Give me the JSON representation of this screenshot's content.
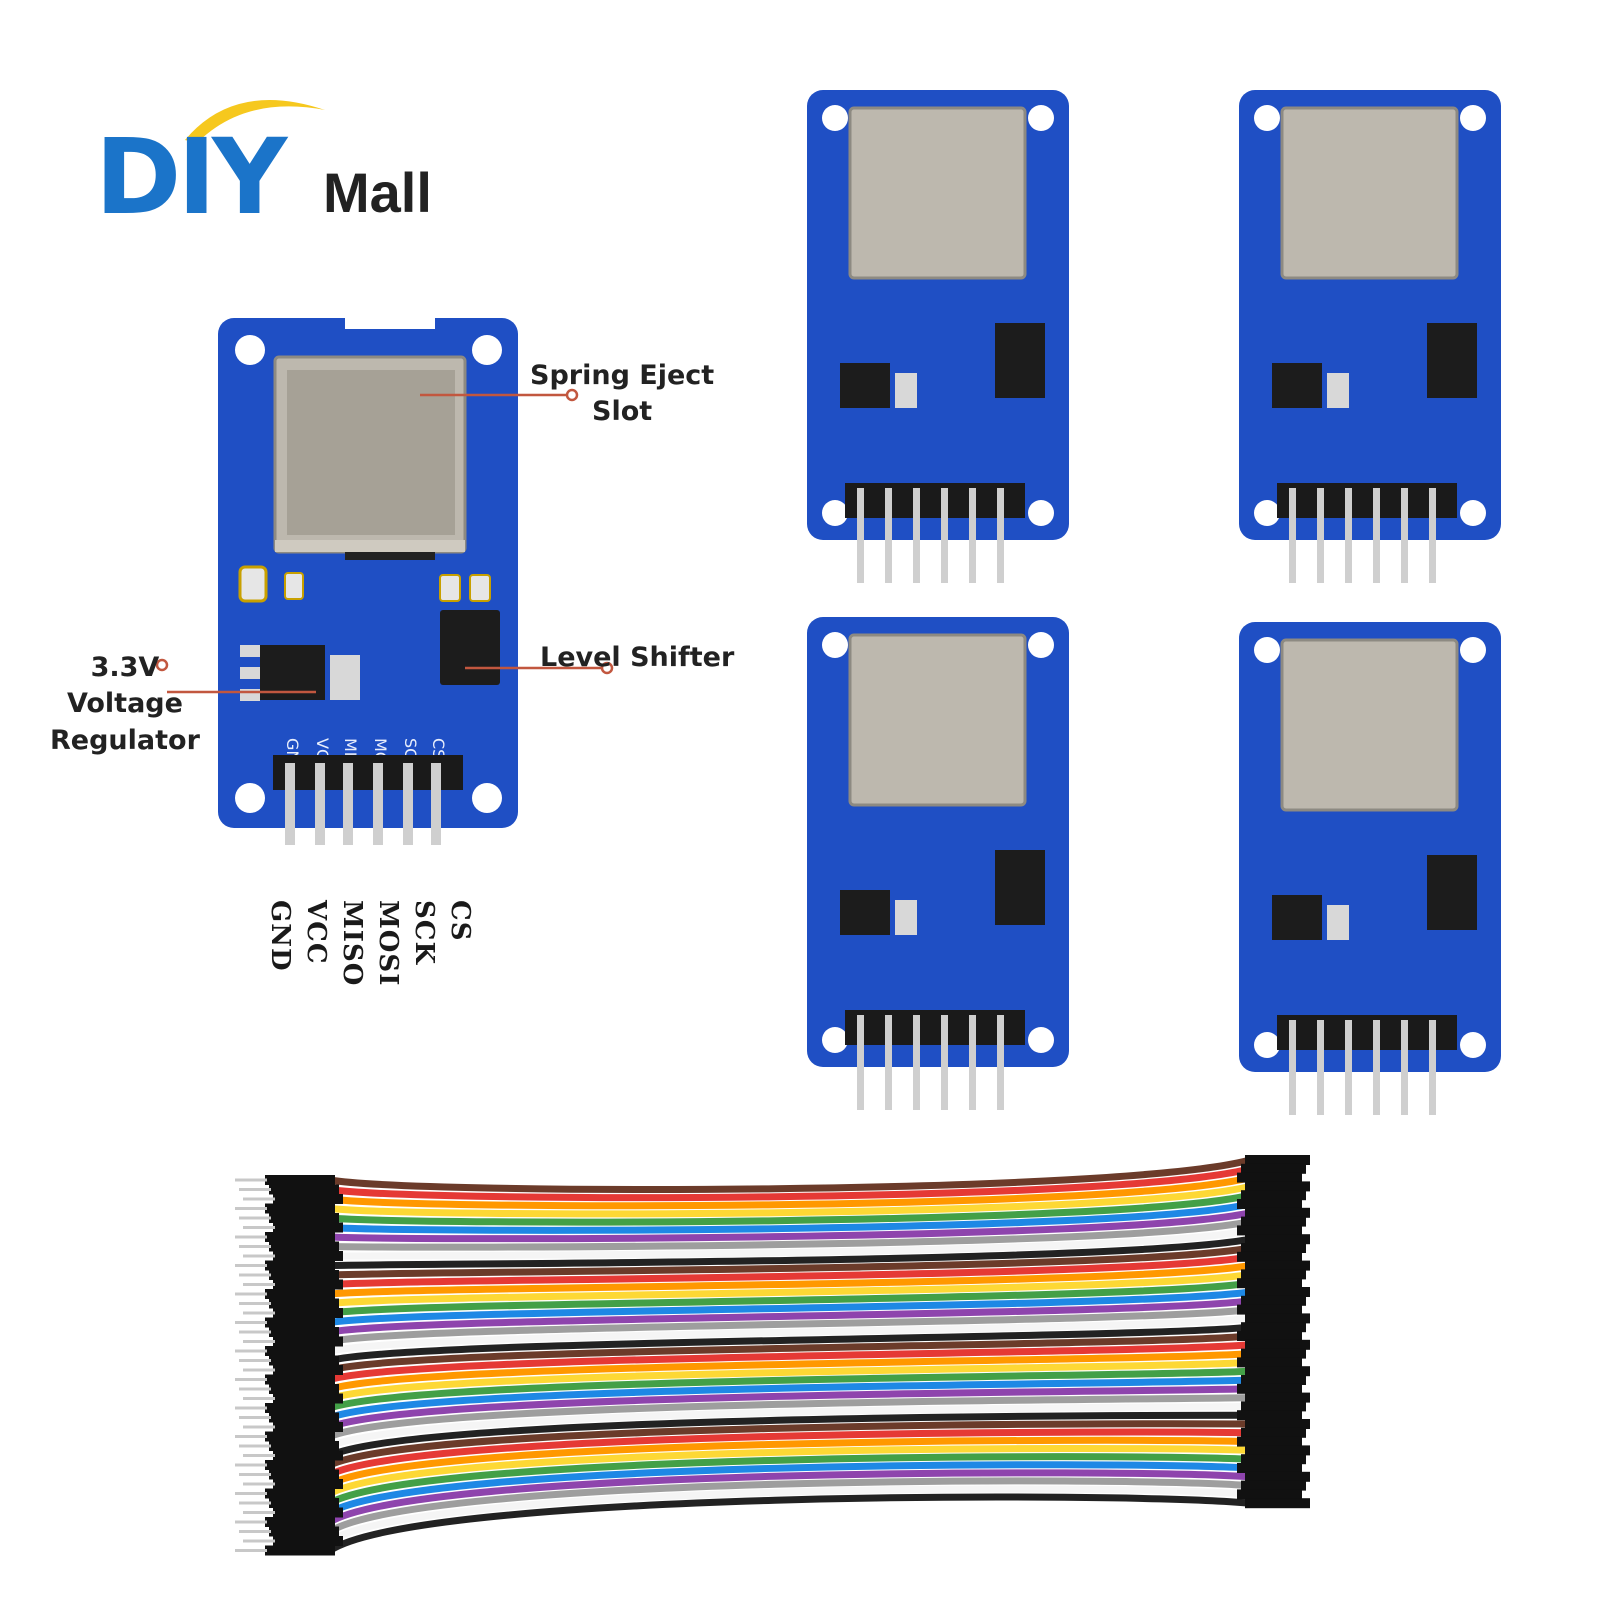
{
  "brand": {
    "logo_text_di": "DIY",
    "logo_text_mall": "Mall",
    "colors": {
      "primary": "#1b74c9",
      "accent": "#f6c81e"
    }
  },
  "main_module": {
    "callouts": {
      "spring_eject": "Spring Eject\nSlot",
      "level_shifter": "Level Shifter",
      "regulator": "3.3V\nVoltage\nRegulator"
    },
    "board_silkscreen": [
      "GND",
      "VCC",
      "MISO",
      "MOSI",
      "SCK",
      "CS"
    ],
    "pin_labels": [
      "GND",
      "VCC",
      "MISO",
      "MOSI",
      "SCK",
      "CS"
    ]
  },
  "colors": {
    "pcb": "#1f4fc4",
    "pcb_dark": "#173c9a",
    "slot": "#b5b0a8",
    "leader": "#c2573f",
    "wires": [
      "#6b3b2a",
      "#e53935",
      "#ff9800",
      "#fdd835",
      "#43a047",
      "#1e88e5",
      "#8e44ad",
      "#9e9e9e",
      "#f5f5f5",
      "#222222"
    ]
  }
}
